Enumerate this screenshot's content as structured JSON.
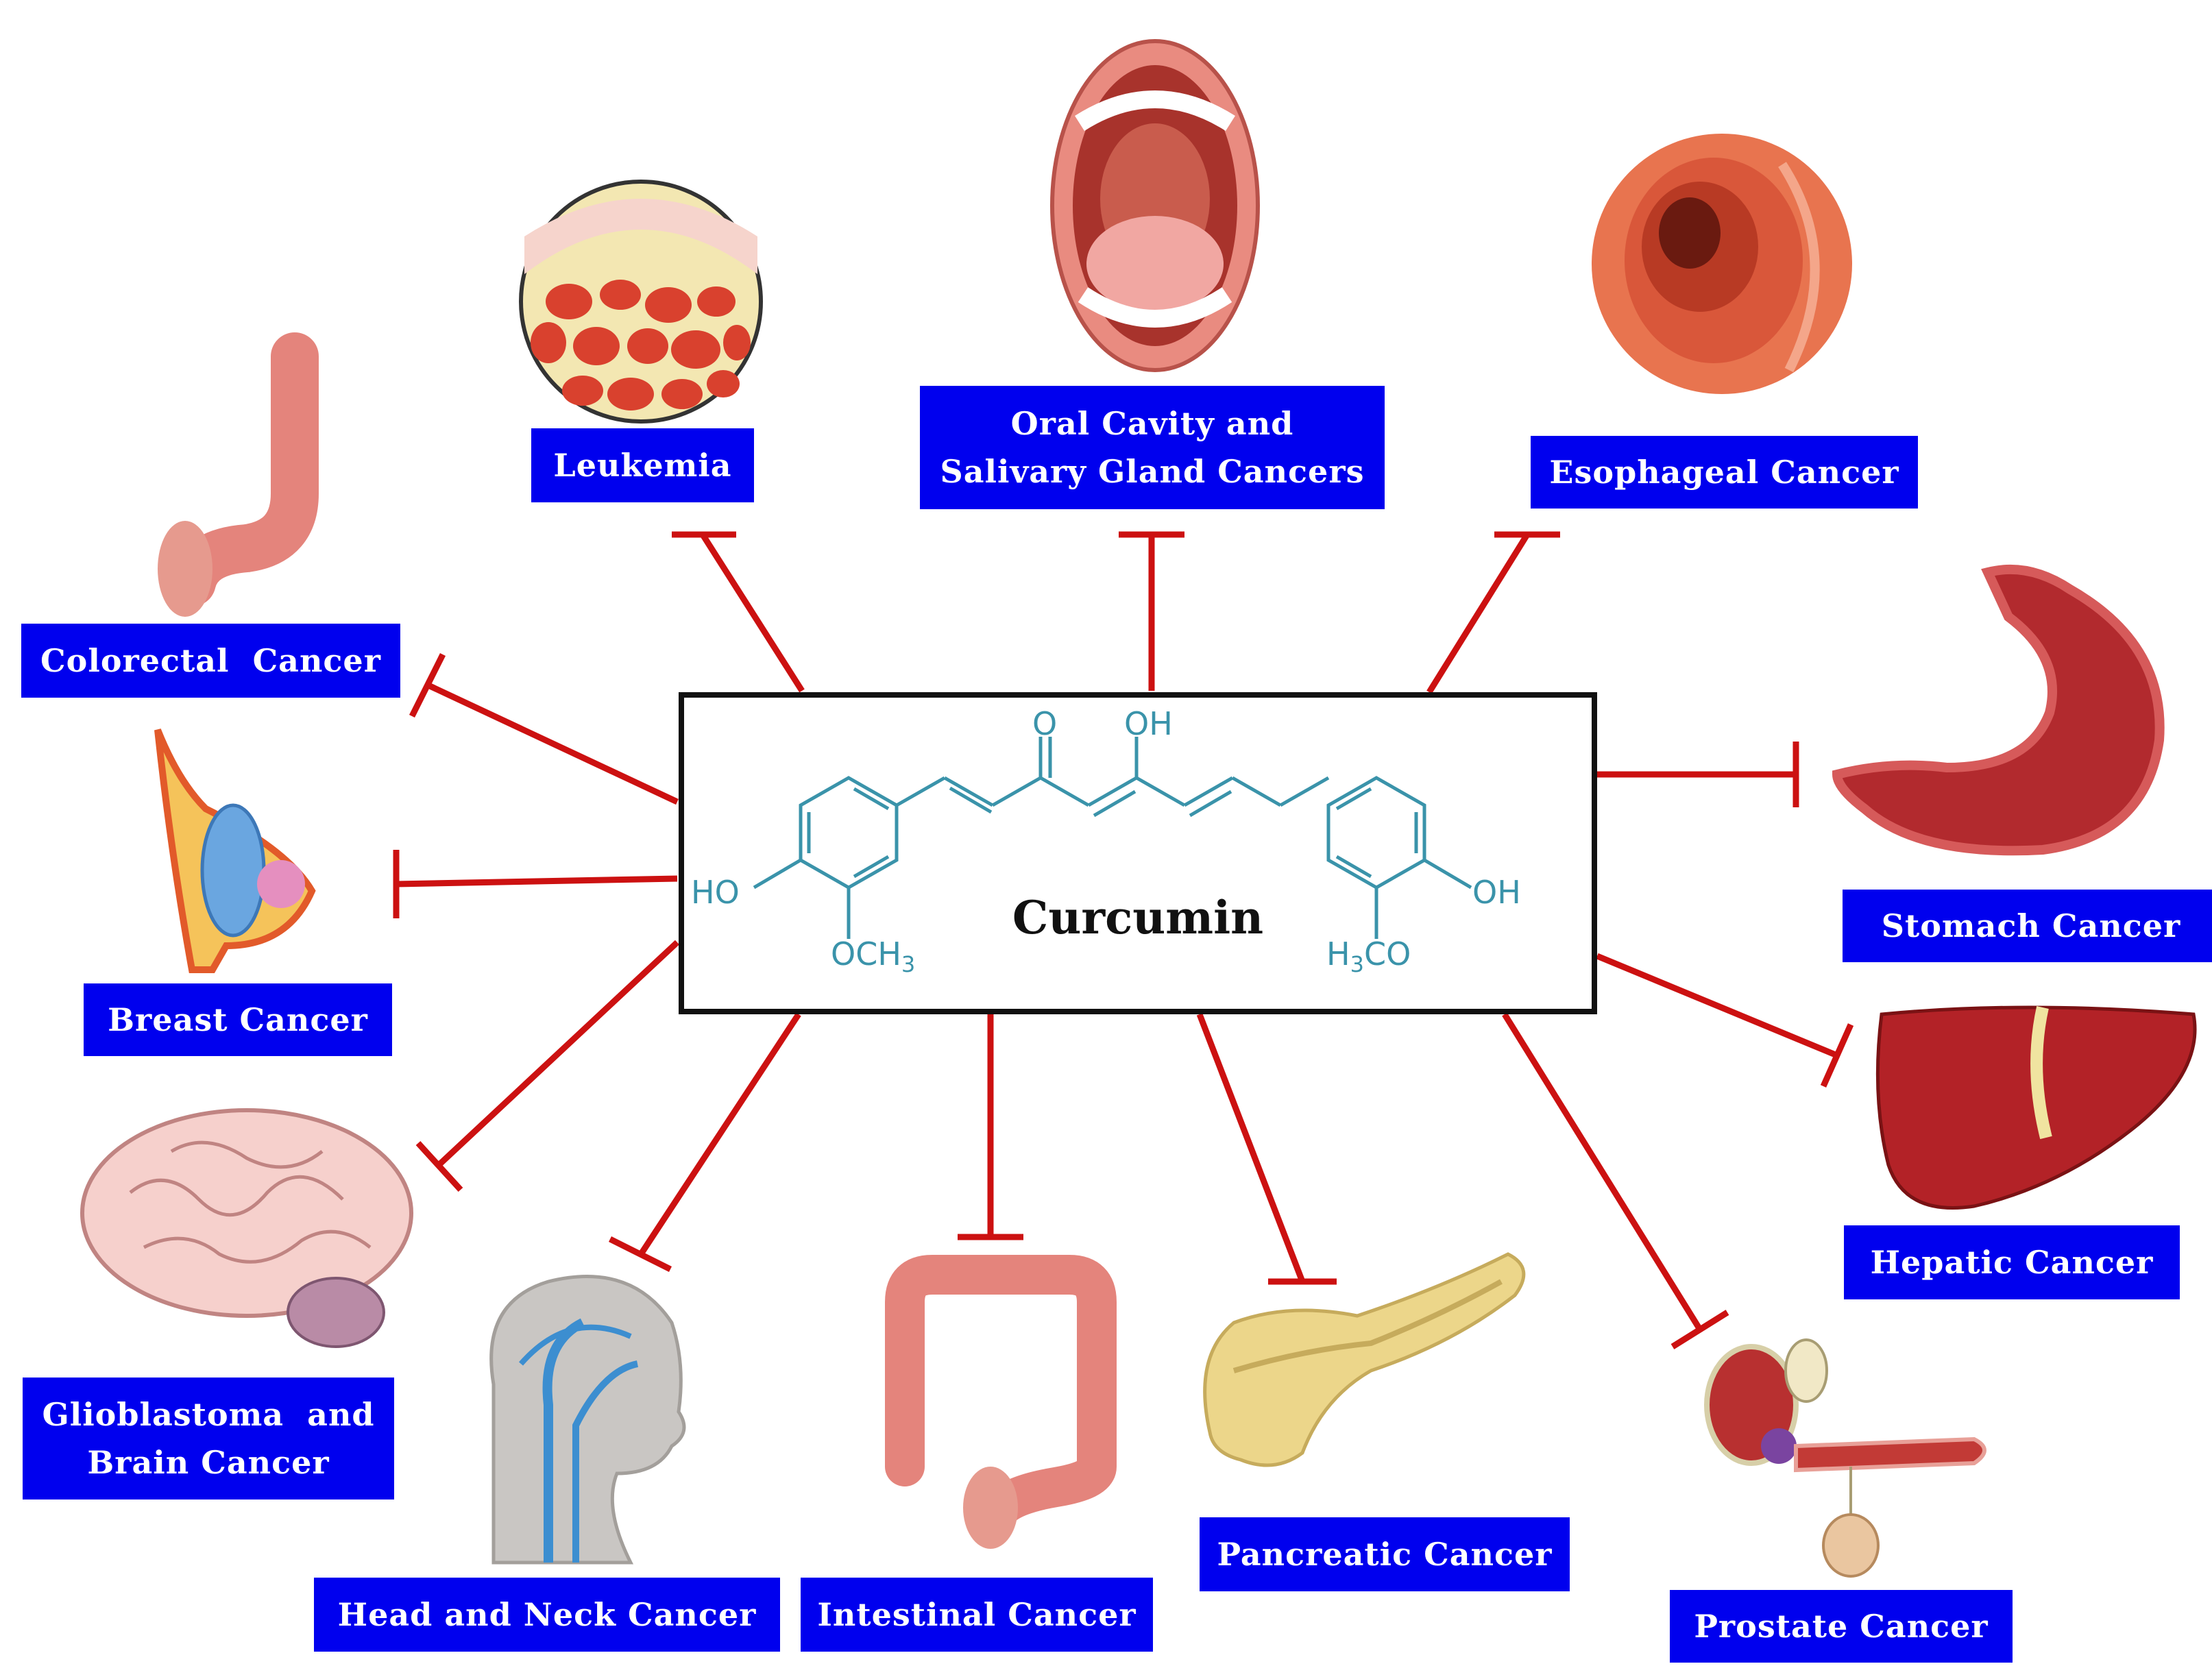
{
  "center": {
    "title": "Curcumin"
  },
  "molecule": {
    "atoms": {
      "o_keto": "O",
      "oh_top": "OH",
      "ho_left": "HO",
      "och3_left": "OCH",
      "och3_sub": "3",
      "oh_right": "OH",
      "h3co_h": "H",
      "h3co_sub": "3",
      "h3co_co": "CO"
    }
  },
  "labels": {
    "leukemia": [
      "Leukemia"
    ],
    "oral": [
      "Oral Cavity and",
      "Salivary Gland Cancers"
    ],
    "esophageal": [
      "Esophageal Cancer"
    ],
    "colorectal": [
      "Colorectal  Cancer"
    ],
    "breast": [
      "Breast Cancer"
    ],
    "stomach": [
      "Stomach Cancer"
    ],
    "hepatic": [
      "Hepatic Cancer"
    ],
    "glioblastoma": [
      "Glioblastoma  and",
      "Brain Cancer"
    ],
    "headneck": [
      "Head and Neck Cancer"
    ],
    "intestinal": [
      "Intestinal Cancer"
    ],
    "pancreatic": [
      "Pancreatic Cancer"
    ],
    "prostate": [
      "Prostate Cancer"
    ]
  },
  "colors": {
    "label_bg": "#0000ee",
    "inhibitor": "#cc1111",
    "molecule": "#3a93aa"
  },
  "icons": [
    "bone-marrow-icon",
    "open-mouth-icon",
    "esophagus-icon",
    "colon-icon",
    "breast-icon",
    "stomach-icon",
    "liver-icon",
    "brain-icon",
    "head-neck-icon",
    "intestine-icon",
    "pancreas-icon",
    "prostate-icon"
  ]
}
